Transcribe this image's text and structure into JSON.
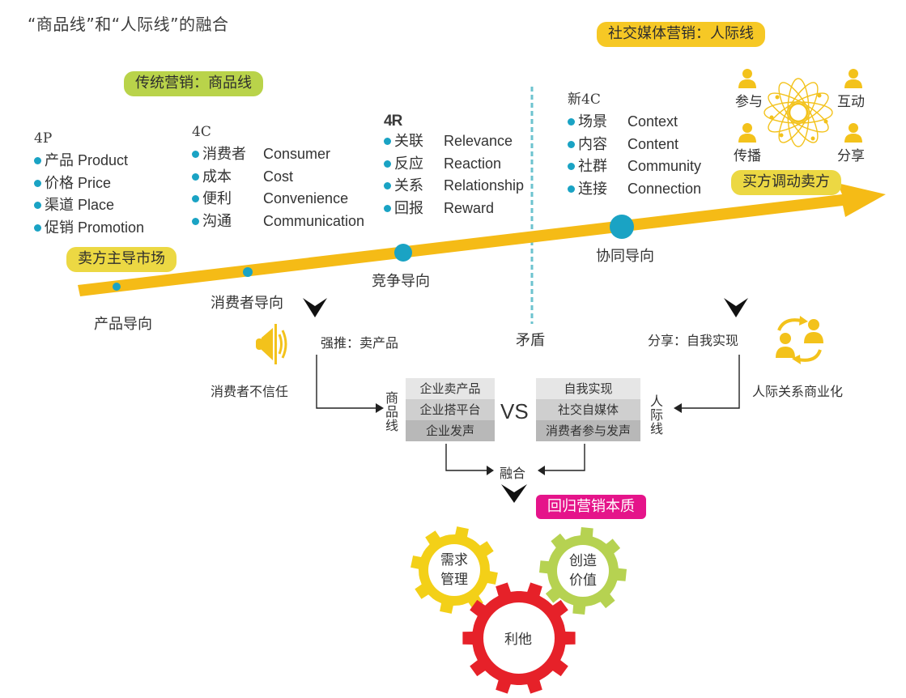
{
  "title": "“商品线”和“人际线”的融合",
  "badges": {
    "traditional": "传统营销：商品线",
    "social": "社交媒体营销：人际线",
    "seller_led": "卖方主导市场",
    "buyer_led": "买方调动卖方",
    "return_essence": "回归营销本质"
  },
  "frameworks": {
    "p4": {
      "heading": "4P",
      "items": [
        {
          "zh": "产品",
          "en": "Product"
        },
        {
          "zh": "价格",
          "en": "Price"
        },
        {
          "zh": "渠道",
          "en": "Place"
        },
        {
          "zh": "促销",
          "en": "Promotion"
        }
      ]
    },
    "c4": {
      "heading": "4C",
      "items": [
        {
          "zh": "消费者",
          "en": "Consumer"
        },
        {
          "zh": "成本",
          "en": "Cost"
        },
        {
          "zh": "便利",
          "en": "Convenience"
        },
        {
          "zh": "沟通",
          "en": "Communication"
        }
      ]
    },
    "r4": {
      "heading": "4R",
      "items": [
        {
          "zh": "关联",
          "en": "Relevance"
        },
        {
          "zh": "反应",
          "en": "Reaction"
        },
        {
          "zh": "关系",
          "en": "Relationship"
        },
        {
          "zh": "回报",
          "en": "Reward"
        }
      ]
    },
    "new4c": {
      "heading": "新4C",
      "items": [
        {
          "zh": "场景",
          "en": "Context"
        },
        {
          "zh": "内容",
          "en": "Content"
        },
        {
          "zh": "社群",
          "en": "Community"
        },
        {
          "zh": "连接",
          "en": "Connection"
        }
      ]
    }
  },
  "stages": {
    "product": "产品导向",
    "consumer": "消费者导向",
    "competition": "竞争导向",
    "collaboration": "协同导向"
  },
  "contradiction": "矛盾",
  "social_actions": {
    "participate": "参与",
    "interact": "互动",
    "spread": "传播",
    "share": "分享"
  },
  "left_flow": {
    "push": "强推：卖产品",
    "distrust": "消费者不信任",
    "line_label": "商品线",
    "rows": [
      "企业卖产品",
      "企业搭平台",
      "企业发声"
    ]
  },
  "right_flow": {
    "share": "分享：自我实现",
    "commercial": "人际关系商业化",
    "line_label": "人际线",
    "rows": [
      "自我实现",
      "社交自媒体",
      "消费者参与发声"
    ]
  },
  "vs": "VS",
  "fusion": "融合",
  "gears": {
    "demand": [
      "需求",
      "管理"
    ],
    "value": [
      "创造",
      "价值"
    ],
    "altruism": "利他"
  },
  "colors": {
    "arrow": "#f5bb16",
    "dot": "#1aa3c4",
    "gear_yellow": "#f3d018",
    "gear_green": "#b6d251",
    "gear_red": "#e62129",
    "pink": "#e5148a",
    "divider": "#6cc3cf"
  }
}
